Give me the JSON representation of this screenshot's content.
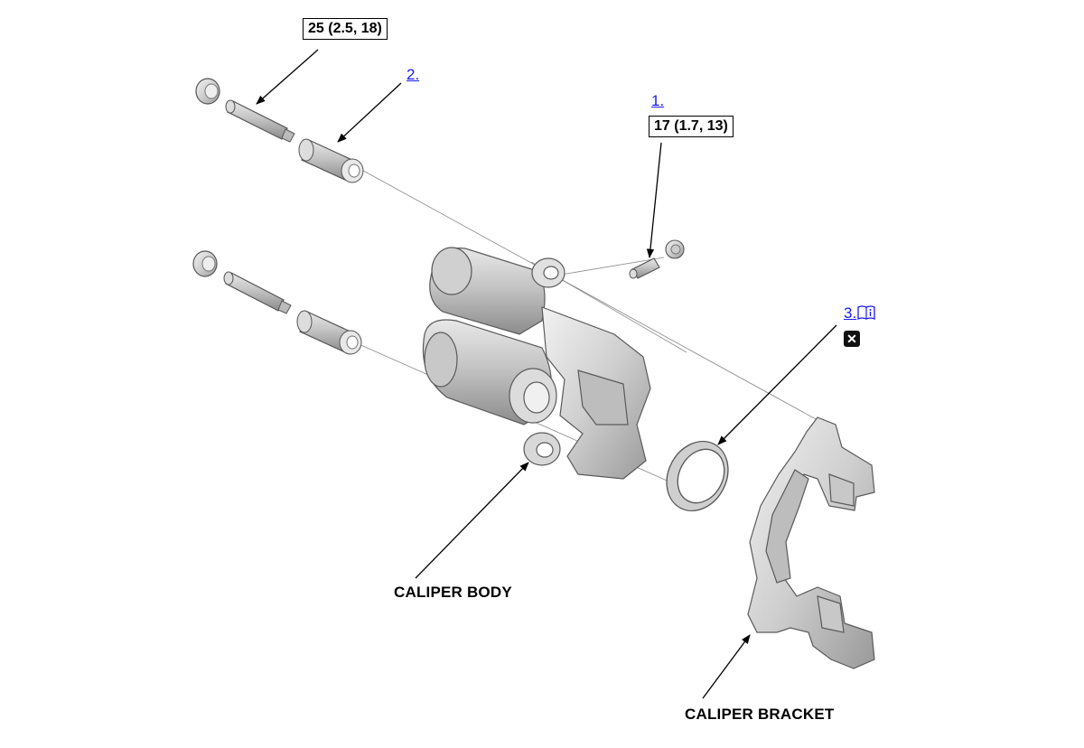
{
  "torque_specs": {
    "slide_pin": "25 (2.5, 18)",
    "bleeder": "17 (1.7, 13)"
  },
  "callouts": {
    "boot": "2.",
    "bleeder": "1.",
    "seal": "3."
  },
  "labels": {
    "caliper_body": "CALIPER BODY",
    "caliper_bracket": "CALIPER BRACKET"
  },
  "icons": {
    "manual": "book-info-icon",
    "close": "close-icon"
  },
  "colors": {
    "link": "#1a1aee",
    "part_fill": "#d6d6d6",
    "part_stroke": "#5a5a5a"
  }
}
